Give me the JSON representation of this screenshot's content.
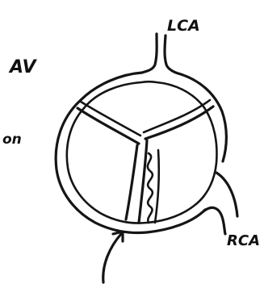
{
  "labels": {
    "lca": "LCA",
    "av": "AV",
    "on": "on",
    "rca": "RCA"
  }
}
